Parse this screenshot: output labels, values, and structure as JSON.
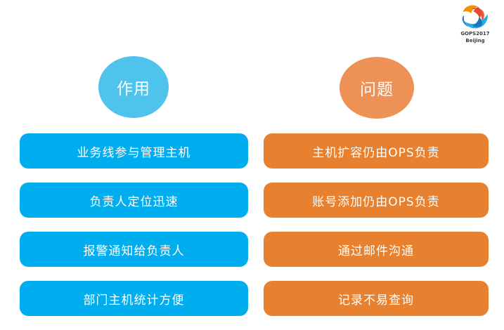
{
  "logo": {
    "name": "gops-logo",
    "line1": "GOPS2017",
    "line2": "Beijing",
    "colors": {
      "red": "#e8492f",
      "orange": "#f39200",
      "blue": "#29abe2",
      "dark_blue": "#1b75bb"
    }
  },
  "colors": {
    "circle_blue": "#4ec3ec",
    "circle_orange": "#ee9154",
    "bar_blue": "#00aeef",
    "bar_orange": "#e8812f",
    "background": "#ffffff",
    "text_on_fill": "#ffffff"
  },
  "columns": [
    {
      "heading": "作用",
      "accent": "#4ec3ec",
      "bar_accent": "#00aeef",
      "items": [
        "业务线参与管理主机",
        "负责人定位迅速",
        "报警通知给负责人",
        "部门主机统计方便"
      ]
    },
    {
      "heading": "问题",
      "accent": "#ee9154",
      "bar_accent": "#e8812f",
      "items": [
        "主机扩容仍由OPS负责",
        "账号添加仍由OPS负责",
        "通过邮件沟通",
        "记录不易查询"
      ]
    }
  ]
}
